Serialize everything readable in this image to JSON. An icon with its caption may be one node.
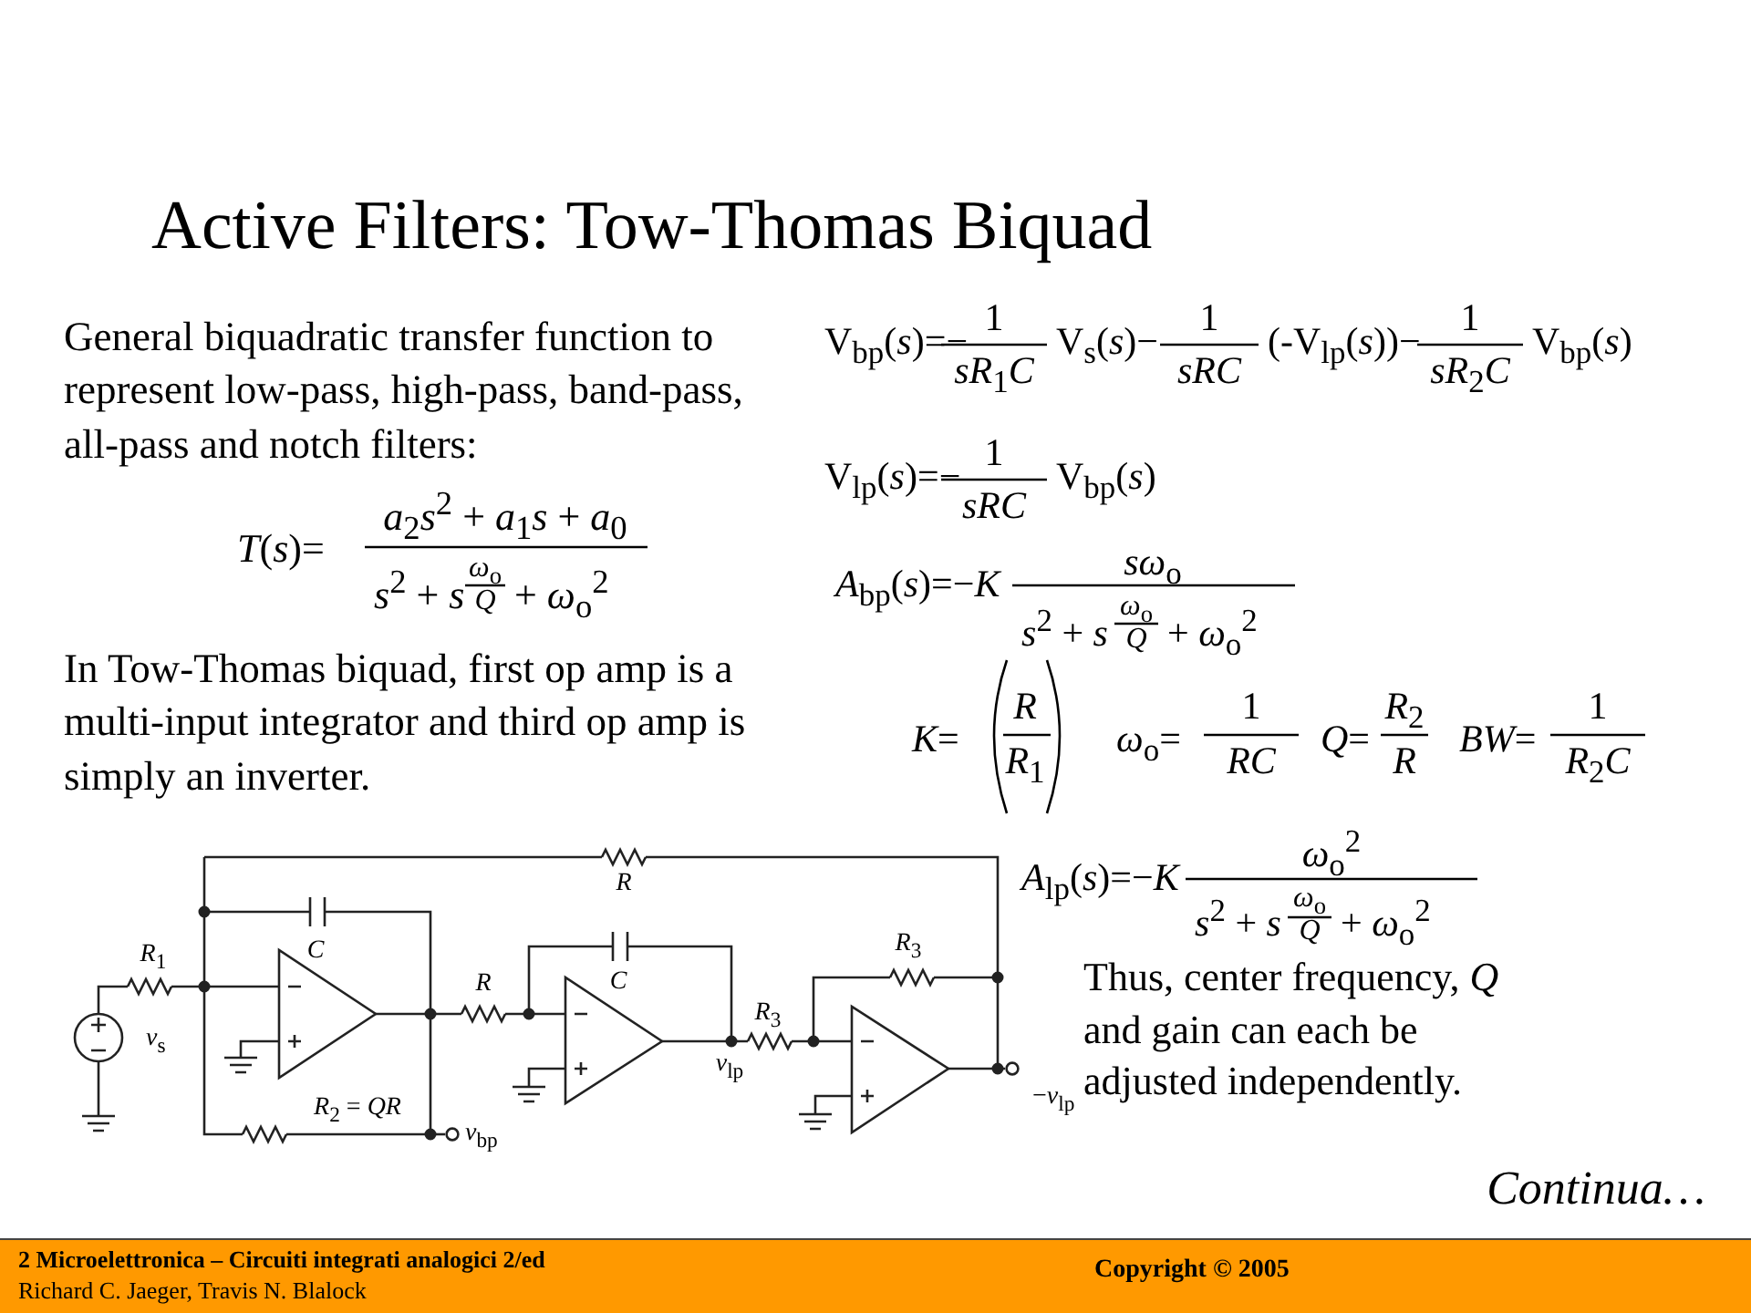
{
  "diagram": {
    "title": "Active Filters: Tow-Thomas Biquad",
    "labels": [
      "General biquadratic transfer function to represent low-pass, high-pass, band-pass, all-pass and notch filters:",
      "*T*(*s*)=",
      "*a*$_{2}$*s*$^{2}$ + *a*$_{1}$*s* + *a*$_{0}$",
      "*s*$^{2}$ + *s*",
      "*ω*$_{o}$",
      "*Q*",
      "+ *ω*$_{o}$$^{2}$",
      "In Tow-Thomas biquad, first op amp is a multi-input integrator and third op amp is simply an inverter.",
      "V$_{bp}$(*s*)=−",
      "1",
      "*sR*$_{1}$*C*",
      "V$_{s}$(*s*)−",
      "1",
      "*sRC*",
      "(-V$_{lp}$(*s*))−",
      "1",
      "*sR*$_{2}$*C*",
      "V$_{bp}$(*s*)",
      "V$_{lp}$(*s*)=−",
      "1",
      "*sRC*",
      "V$_{bp}$(*s*)",
      "*A*$_{bp}$(*s*)=−*K*",
      "*sω*$_{o}$",
      "*s*$^{2}$ + *s*",
      "*ω*$_{o}$",
      "*Q*",
      "+ *ω*$_{o}$$^{2}$",
      "*K*=",
      "*R*",
      "*R*$_{1}$",
      "*ω*$_{o}$=",
      "1",
      "*RC*",
      "*Q*=",
      "*R*$_{2}$",
      "*R*",
      "*BW*=",
      "1",
      "*R*$_{2}$*C*",
      "*A*$_{lp}$(*s*)=−*K*",
      "*ω*$_{o}$$^{2}$",
      "*s*$^{2}$ + *s*",
      "*ω*$_{o}$",
      "*Q*",
      "+ *ω*$_{o}$$^{2}$",
      "*R*",
      "*R*$_{1}$",
      "*C*",
      "*R*",
      "*C*",
      "*R*$_{3}$",
      "*R*$_{3}$",
      "*v*$_{s}$",
      "*v*$_{lp}$",
      "−*v*$_{lp}$",
      "*R*$_{2}$ = *QR*",
      "*v*$_{bp}$",
      "Thus, center frequency, *Q* and gain can each be adjusted independently.",
      "Continua…",
      "2 Microelettronica – Circuiti integrati analogici 2/ed",
      "Richard C. Jaeger, Travis N. Blalock",
      "Copyright © 2005"
    ]
  }
}
